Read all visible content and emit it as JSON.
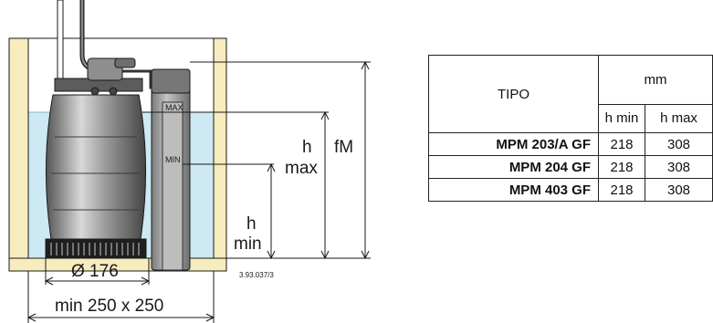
{
  "diagram": {
    "drawing_code": "3.93.037/3",
    "labels": {
      "h_max": [
        "h",
        "max"
      ],
      "fM": "fM",
      "h_min": [
        "h",
        "min"
      ],
      "diameter": "Ø 176",
      "pit_size": "min 250 x 250"
    },
    "gauge_marks": {
      "max": "MAX",
      "min": "MIN"
    },
    "colors": {
      "water": "#cde9f3",
      "wall": "#f6ecbe",
      "pump_body": "#9a9a9a",
      "line": "#1a1a1a"
    }
  },
  "table": {
    "headers": {
      "tipo": "TIPO",
      "unit": "mm",
      "h_min": "h min",
      "h_max": "h max"
    },
    "rows": [
      {
        "model": "MPM  203/A GF",
        "h_min": "218",
        "h_max": "308"
      },
      {
        "model": "MPM  204 GF",
        "h_min": "218",
        "h_max": "308"
      },
      {
        "model": "MPM  403 GF",
        "h_min": "218",
        "h_max": "308"
      }
    ]
  }
}
